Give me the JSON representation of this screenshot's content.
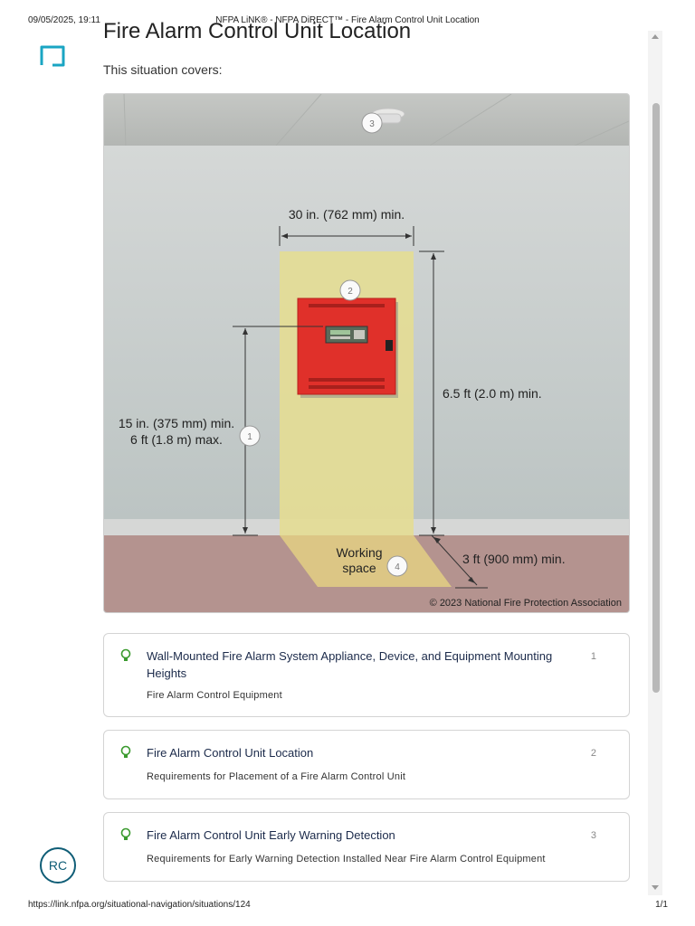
{
  "print_header": {
    "date": "09/05/2025, 19:11",
    "title": "NFPA LiNK® - NFPA DiRECT™ - Fire Alarm Control Unit Location"
  },
  "print_footer": {
    "url": "https://link.nfpa.org/situational-navigation/situations/124",
    "pages": "1/1"
  },
  "page": {
    "title": "Fire Alarm Control Unit Location",
    "intro": "This situation covers:"
  },
  "figure": {
    "width_label": "30 in. (762 mm) min.",
    "height_label": "6.5 ft (2.0 m) min.",
    "mount_label_1": "15 in. (375 mm) min.",
    "mount_label_2": "6 ft (1.8 m) max.",
    "working_label_1": "Working",
    "working_label_2": "space",
    "depth_label": "3 ft (900 mm) min.",
    "copyright": "© 2023 National Fire Protection Association",
    "markers": [
      "1",
      "2",
      "3",
      "4"
    ]
  },
  "cards": [
    {
      "title": "Wall-Mounted Fire Alarm System Appliance, Device, and Equipment Mounting Heights",
      "subtitle": "Fire Alarm Control Equipment",
      "number": "1"
    },
    {
      "title": "Fire Alarm Control Unit Location",
      "subtitle": "Requirements for Placement of a Fire Alarm Control Unit",
      "number": "2"
    },
    {
      "title": "Fire Alarm Control Unit Early Warning Detection",
      "subtitle": "Requirements for Early Warning Detection Installed Near Fire Alarm Control Equipment",
      "number": "3"
    }
  ],
  "user": {
    "initials": "RC"
  },
  "icons": {
    "logo": "app-logo-icon",
    "card": "lightbulb-icon",
    "scroll_up": "scroll-up-arrow-icon",
    "scroll_down": "scroll-down-arrow-icon"
  },
  "colors": {
    "brand_teal": "#1aa5c3",
    "bulb_green": "#3a9a2e",
    "avatar": "#0f5d76",
    "panel_red": "#e0302a"
  }
}
